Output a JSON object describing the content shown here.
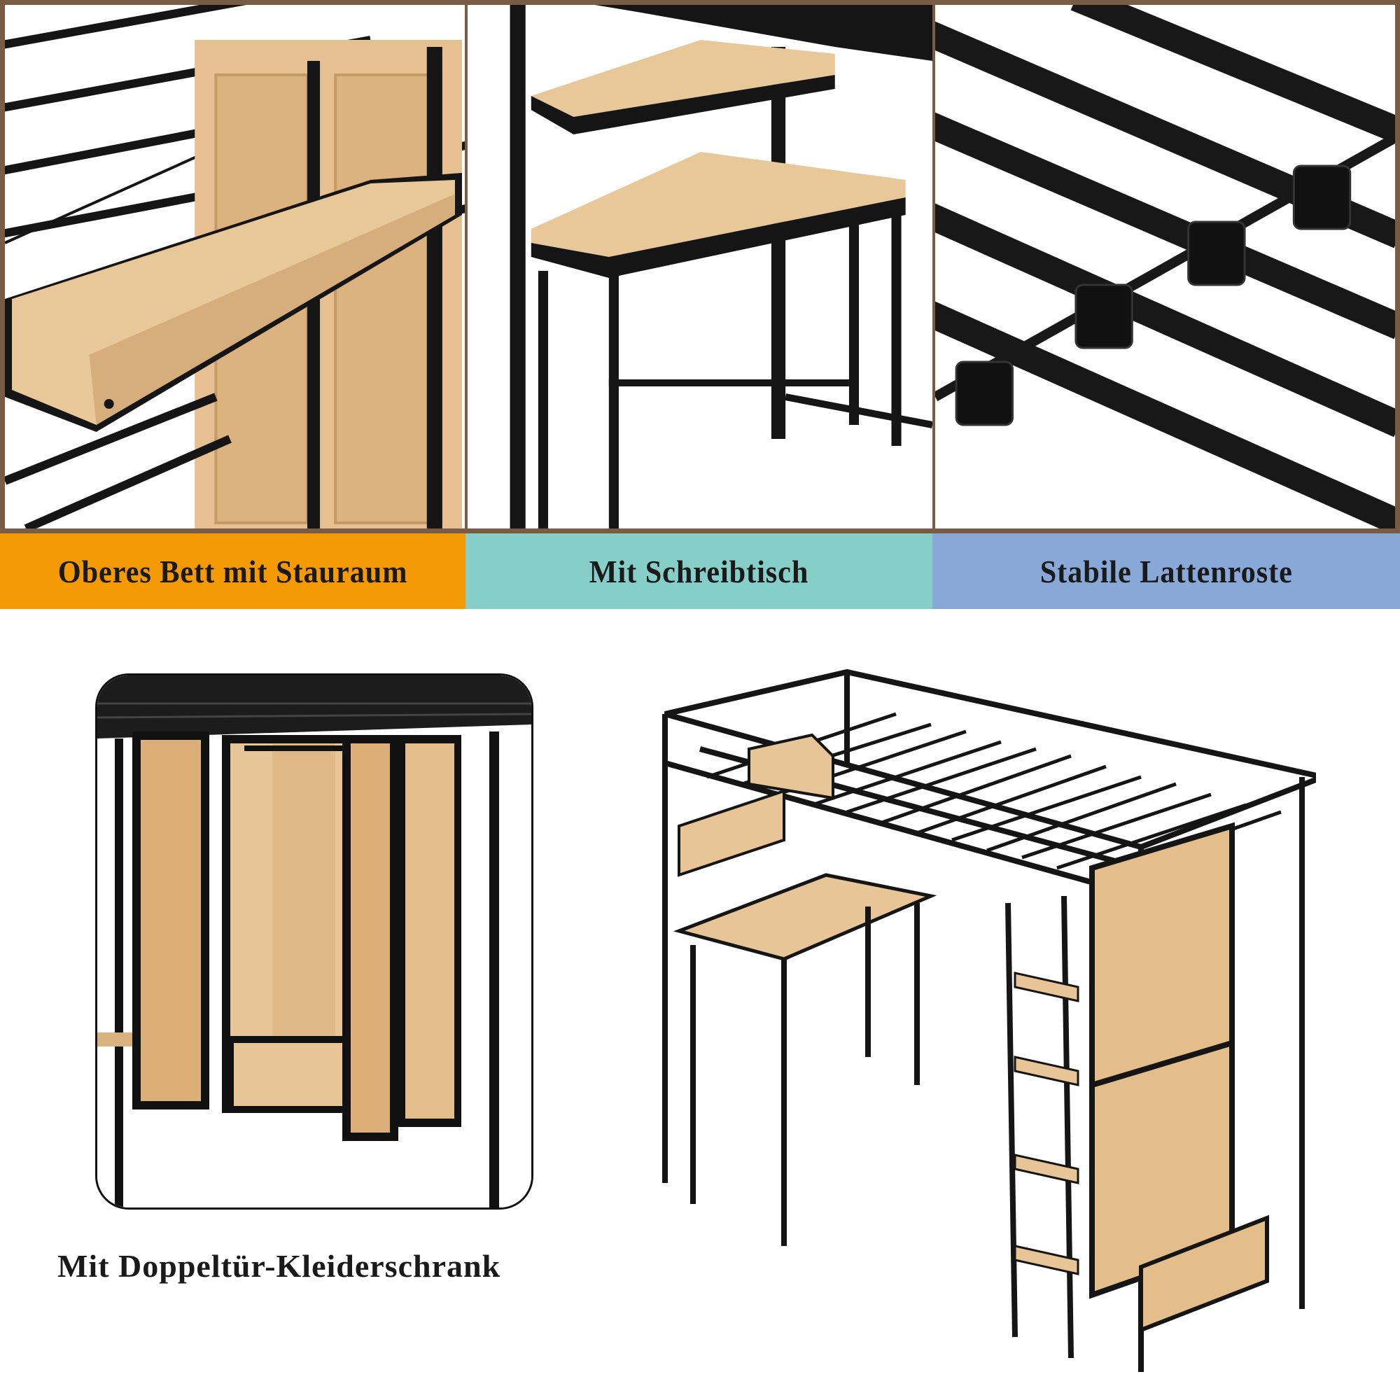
{
  "colors": {
    "frame_border": "#7a5c45",
    "caption_orange": "#f39a05",
    "caption_teal": "#86cec8",
    "caption_blue": "#88a9d8",
    "metal": "#151515",
    "wood": "#e9c79a",
    "caption_text": "#1a1a1a"
  },
  "top_panels": [
    {
      "id": "storage",
      "caption": "Oberes Bett mit Stauraum",
      "image": "bed-shelf-storage-closeup"
    },
    {
      "id": "desk",
      "caption": "Mit Schreibtisch",
      "image": "desk-with-shelf-closeup"
    },
    {
      "id": "slats",
      "caption": "Stabile Lattenroste",
      "image": "metal-slats-closeup"
    }
  ],
  "wardrobe": {
    "caption": "Mit Doppeltür-Kleiderschrank",
    "image": "double-door-wardrobe-open"
  },
  "main_image": "loft-bed-with-desk-wardrobe-ladder"
}
